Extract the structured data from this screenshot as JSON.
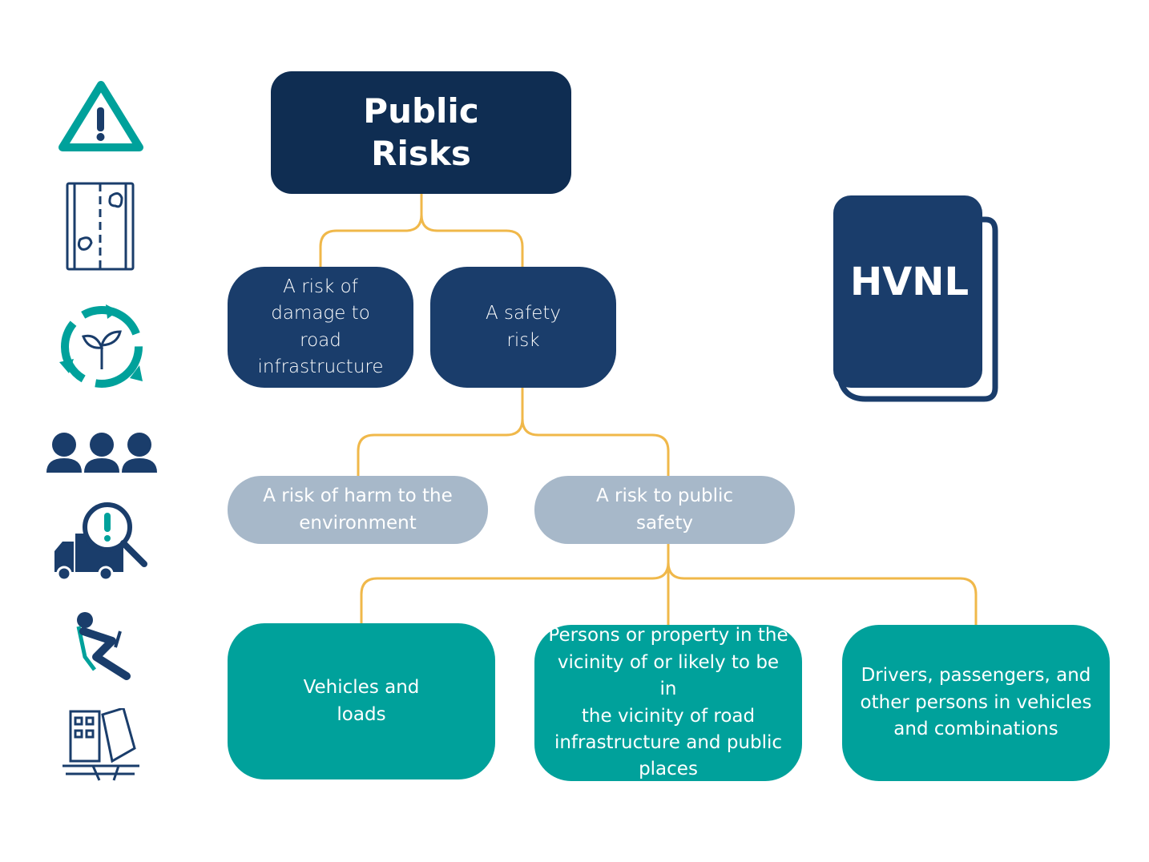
{
  "title": "Public\nRisks",
  "level2": [
    "A risk of\ndamage to\nroad\ninfrastructure",
    "A safety\nrisk"
  ],
  "level3": [
    "A risk of harm to the\nenvironment",
    "A risk to public\nsafety"
  ],
  "level4": [
    "Vehicles and\nloads",
    "Persons or property in the\nvicinity of or likely to be in\nthe vicinity of road\ninfrastructure and public\nplaces",
    "Drivers, passengers, and\nother persons in vehicles\nand combinations"
  ],
  "book_label": "HVNL",
  "colors": {
    "navy": "#0f2d52",
    "blue": "#1a3d6b",
    "grey": "#a7b8c9",
    "teal": "#00a19b",
    "connector": "#f0b84a"
  }
}
